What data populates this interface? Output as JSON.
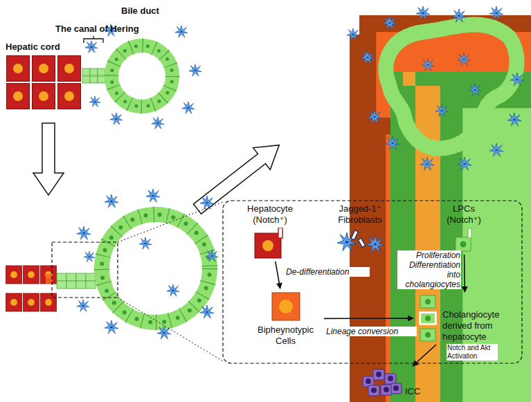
{
  "diagram": {
    "nodes": [
      {
        "text": [
          "Hepatocyte (Notch⁺)"
        ]
      },
      {
        "text": [
          "Jagged-1⁺ Fibroblasts"
        ]
      },
      {
        "text": [
          "LPCs (Notch⁺)"
        ]
      },
      {
        "text": [
          "Bipheynotypic Cells"
        ]
      },
      {
        "text": [
          "Cholangiocyte derived from hepatocyte"
        ]
      },
      {
        "text": [
          "ICC"
        ]
      }
    ],
    "edges": [
      {
        "from": 0,
        "to": 3,
        "arrow": "to",
        "label": "De-differentiation"
      },
      {
        "from": 2,
        "to": 4,
        "arrow": "to",
        "label": "Proliferation Differentiation into cholangiocytes"
      },
      {
        "from": 3,
        "to": 4,
        "arrow": "to",
        "label": "Lineage conversion"
      },
      {
        "from": 4,
        "to": 5,
        "arrow": "to",
        "label": "Notch and Akt Activation"
      }
    ],
    "labels": [
      "Hepatic cord",
      "The canal of Hering",
      "Bile duct"
    ]
  }
}
